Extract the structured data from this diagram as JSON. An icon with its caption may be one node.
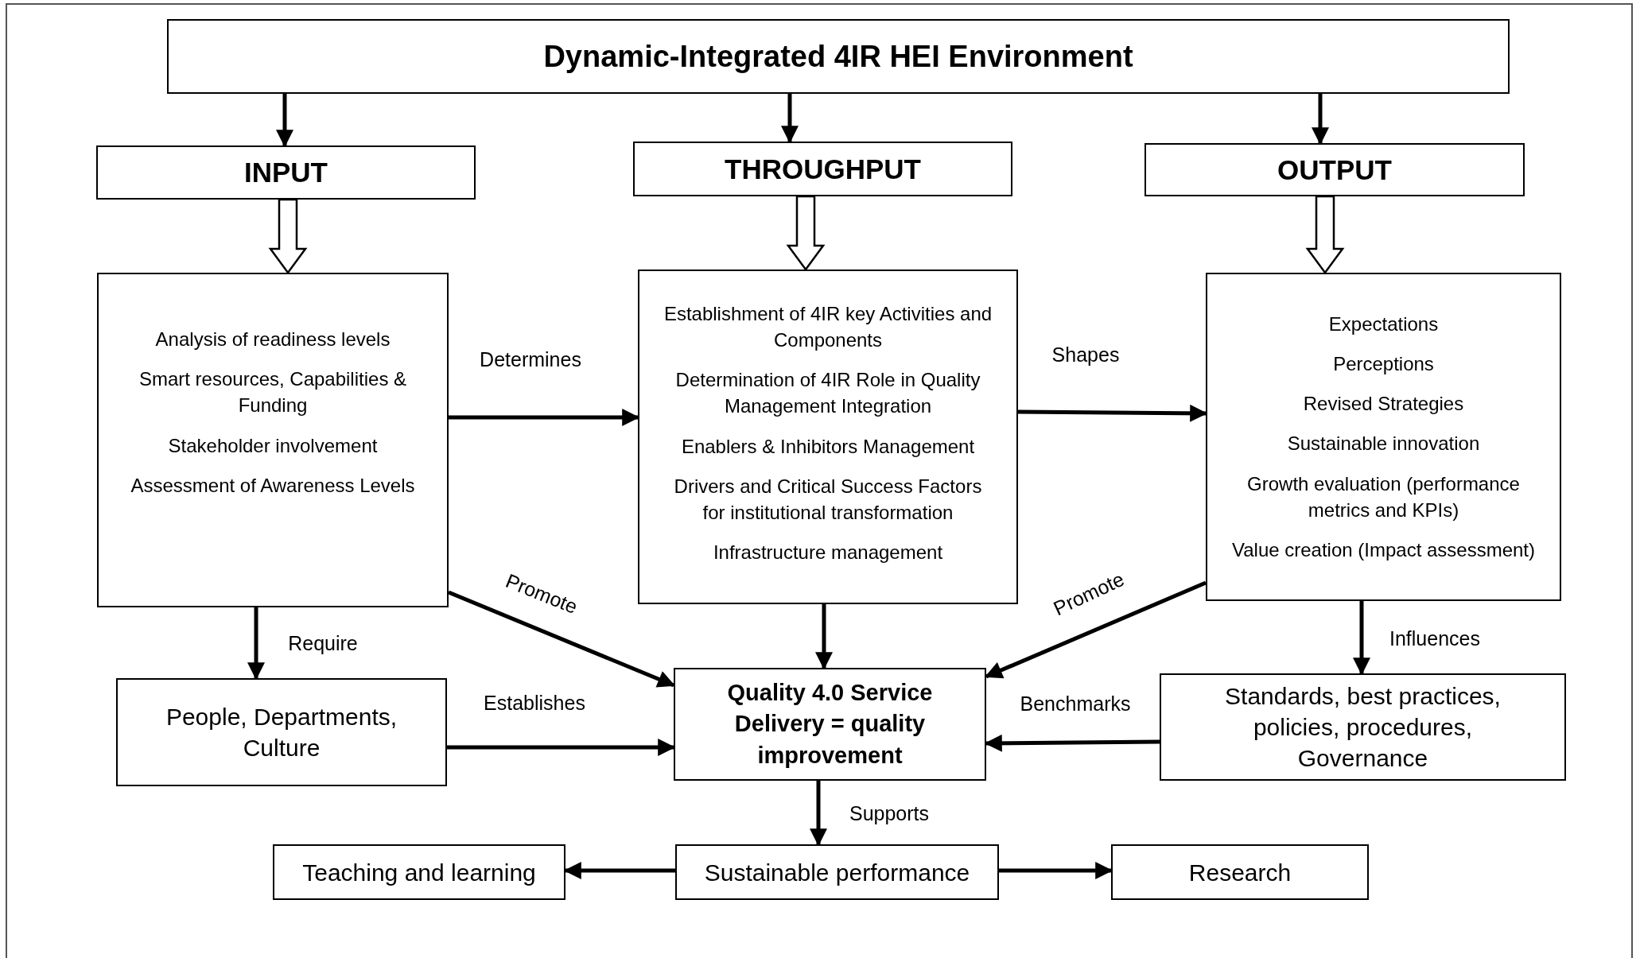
{
  "diagram": {
    "nodes": [
      {
        "text": [
          "Dynamic-Integrated 4IR HEI Environment"
        ]
      },
      {
        "text": [
          "INPUT"
        ]
      },
      {
        "text": [
          "THROUGHPUT"
        ]
      },
      {
        "text": [
          "OUTPUT"
        ]
      },
      {
        "text": [
          "Analysis of readiness levels",
          "Smart resources, Capabilities & Funding",
          "Stakeholder involvement",
          "Assessment of Awareness Levels"
        ]
      },
      {
        "text": [
          "Establishment of 4IR key Activities and Components",
          "Determination of 4IR Role in Quality Management Integration",
          "Enablers & Inhibitors Management",
          "Drivers and Critical Success Factors for institutional transformation",
          "Infrastructure management"
        ]
      },
      {
        "text": [
          "Expectations",
          "Perceptions",
          "Revised Strategies",
          "Sustainable innovation",
          "Growth evaluation (performance metrics and KPIs)",
          "Value creation (Impact assessment)"
        ]
      },
      {
        "text": [
          "People, Departments, Culture"
        ]
      },
      {
        "text": [
          "Quality 4.0 Service Delivery = quality improvement"
        ]
      },
      {
        "text": [
          "Standards, best practices, policies, procedures, Governance"
        ]
      },
      {
        "text": [
          "Teaching and learning"
        ]
      },
      {
        "text": [
          "Sustainable performance"
        ]
      },
      {
        "text": [
          "Research"
        ]
      }
    ],
    "edges": [
      {
        "from": 0,
        "to": 1,
        "arrow": "to"
      },
      {
        "from": 0,
        "to": 2,
        "arrow": "to"
      },
      {
        "from": 0,
        "to": 3,
        "arrow": "to"
      },
      {
        "from": 1,
        "to": 4,
        "arrow": "to"
      },
      {
        "from": 2,
        "to": 5,
        "arrow": "to"
      },
      {
        "from": 3,
        "to": 6,
        "arrow": "to"
      },
      {
        "from": 4,
        "to": 5,
        "arrow": "to",
        "label": "Determines"
      },
      {
        "from": 5,
        "to": 6,
        "arrow": "to",
        "label": "Shapes"
      },
      {
        "from": 4,
        "to": 8,
        "arrow": "to",
        "label": "Promote"
      },
      {
        "from": 5,
        "to": 8,
        "arrow": "to"
      },
      {
        "from": 6,
        "to": 8,
        "arrow": "to",
        "label": "Promote"
      },
      {
        "from": 4,
        "to": 7,
        "arrow": "to",
        "label": "Require"
      },
      {
        "from": 7,
        "to": 8,
        "arrow": "to",
        "label": "Establishes"
      },
      {
        "from": 9,
        "to": 8,
        "arrow": "to",
        "label": "Benchmarks"
      },
      {
        "from": 6,
        "to": 9,
        "arrow": "to",
        "label": "Influences"
      },
      {
        "from": 8,
        "to": 11,
        "arrow": "to",
        "label": "Supports"
      },
      {
        "from": 11,
        "to": 10,
        "arrow": "to"
      },
      {
        "from": 11,
        "to": 12,
        "arrow": "to"
      }
    ]
  }
}
